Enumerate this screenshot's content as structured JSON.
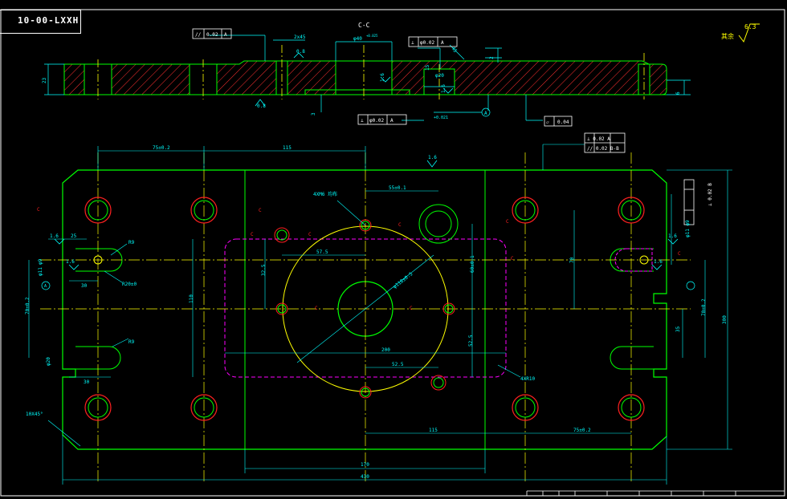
{
  "drawing": {
    "number": "10-00-LXXH",
    "section_label": "C-C",
    "roughness_top_right": "6.3",
    "roughness_note": "其余"
  },
  "colors": {
    "background": "#000000",
    "outline": "#00ff00",
    "dimension": "#00ffff",
    "center": "#ffff00",
    "hole_red": "#ff2020",
    "border": "#ffffff",
    "magenta": "#ff00ff",
    "hatch": "#ff3030"
  },
  "top_view": {
    "tolerance_frames": [
      {
        "symbol": "//",
        "value": "0.02",
        "datum": "A"
      },
      {
        "symbol": "⊥",
        "value": "φ0.02",
        "datum": "A"
      },
      {
        "symbol": "⊥",
        "value": "φ0.02",
        "datum": "A"
      },
      {
        "symbol": "▱",
        "value": "0.04",
        "datum": ""
      }
    ],
    "dims": {
      "thickness": "23",
      "slot": "2x45",
      "chamfer": "45",
      "small_h": "2",
      "r08": "0.8",
      "r16a": "1.6",
      "r16b": "1.6",
      "r08b": "0.8",
      "bore": "φ40",
      "bore_tol": "+0.025",
      "bore2": "φ20",
      "bore2_tol": "+0.021",
      "depth": "15",
      "right_h": "6",
      "left_3": "3",
      "datum": "A"
    }
  },
  "plan_view": {
    "dims": {
      "d75_left": "75±0.2",
      "d115_top": "115",
      "d55": "55±0.1",
      "holes_4x": "4XM6 均布",
      "r16_top": "1.6",
      "phi_circle": "φ118±0.5",
      "d575": "57.5",
      "d325": "32.5",
      "d110": "110",
      "d70": "70",
      "d60": "60±0.1",
      "d525_right": "52.5",
      "d200": "200",
      "d525_bottom": "52.5",
      "d115_bottom": "115",
      "d75_right": "75±0.2",
      "d170": "170",
      "d430": "430",
      "d300": "300",
      "d70_left": "70±0.2",
      "d70_right": "70±0.2",
      "d35": "35",
      "d25": "25",
      "d30_top": "30",
      "d30_bottom": "30",
      "r9_top": "R9",
      "r9_bottom": "R9",
      "r2010": "R20±0",
      "r16_left": "1.6",
      "r16_left2": "1.6",
      "r16_right": "1.6",
      "r16_right2": "1.6",
      "chamfer": "10X45°",
      "corner_r": "4XR10",
      "sec_c": "C",
      "datum_a": "A",
      "tol_right_1": "⊥ 0.02  A",
      "tol_right_2": "// 0.02  B-B",
      "tol_vert": "⊥ 0.02  B",
      "small_left_1": "φ9",
      "small_left_2": "φ11",
      "small_right": "φ11 φ9",
      "d20": "φ20"
    }
  }
}
